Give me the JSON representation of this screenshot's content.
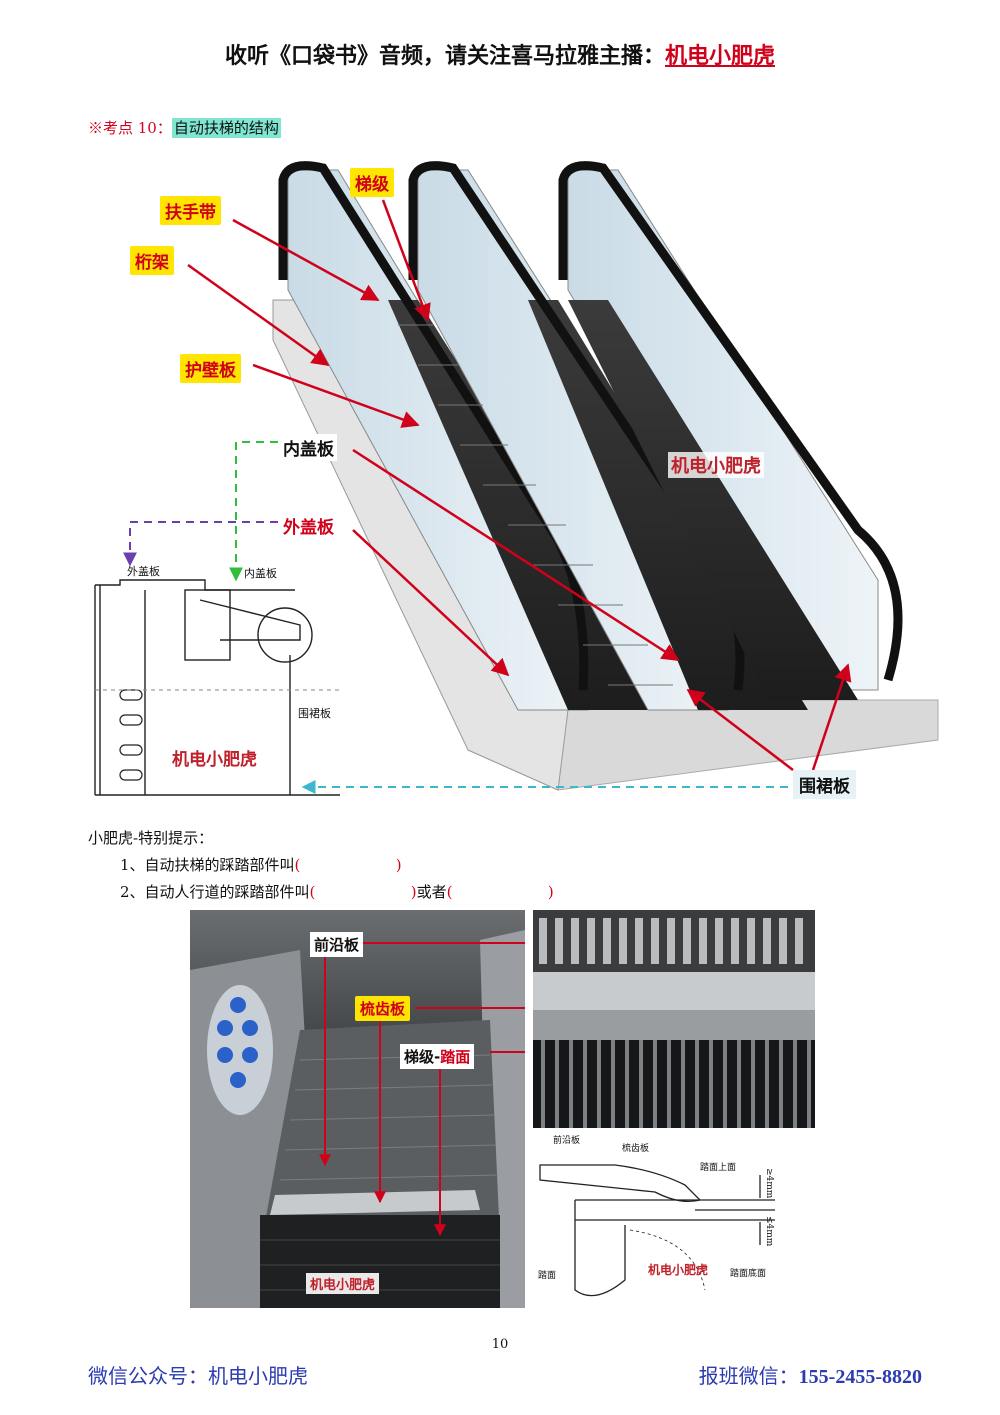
{
  "header": {
    "prefix": "收听《口袋书》音频，请关注喜马拉雅主播：",
    "anchor": "机电小肥虎"
  },
  "section": {
    "mark": "※考点 10：",
    "title": "自动扶梯的结构"
  },
  "escalator_labels": {
    "step": "梯级",
    "handrail": "扶手带",
    "truss": "桁架",
    "wall_panel": "护壁板",
    "inner_cover": "内盖板",
    "outer_cover": "外盖板",
    "skirt": "围裙板",
    "watermark": "机电小肥虎"
  },
  "section_drawing": {
    "outer_cover": "外盖板",
    "inner_cover": "内盖板",
    "skirt": "围裙板",
    "watermark": "机电小肥虎"
  },
  "tips": {
    "title": "小肥虎-特别提示：",
    "item1_text": "1、自动扶梯的踩踏部件叫",
    "item1_blank": "(                    )",
    "item2_text": "2、自动人行道的踩踏部件叫",
    "item2_blank1": "(                    )",
    "item2_or": "或者",
    "item2_blank2": "(                    )"
  },
  "photo_labels": {
    "front_plate": "前沿板",
    "comb_plate": "梳齿板",
    "step_tread_a": "梯级-",
    "step_tread_b": "踏面",
    "watermark": "机电小肥虎"
  },
  "detail_drawing": {
    "front_plate": "前沿板",
    "comb_plate": "梳齿板",
    "tread_top": "踏面上面",
    "tread_bottom": "踏面底面",
    "tread": "踏面",
    "dim1": "≥4mm",
    "dim2": "≤4mm",
    "watermark": "机电小肥虎"
  },
  "page_number": "10",
  "footer": {
    "left": "微信公众号：机电小肥虎",
    "right_label": "报班微信：",
    "right_number": "155-2455-8820"
  },
  "colors": {
    "red": "#d0021b",
    "blue_footer": "#2b3bb0",
    "yellow_label": "#ffe500",
    "teal_highlight": "#7fe6d2"
  }
}
